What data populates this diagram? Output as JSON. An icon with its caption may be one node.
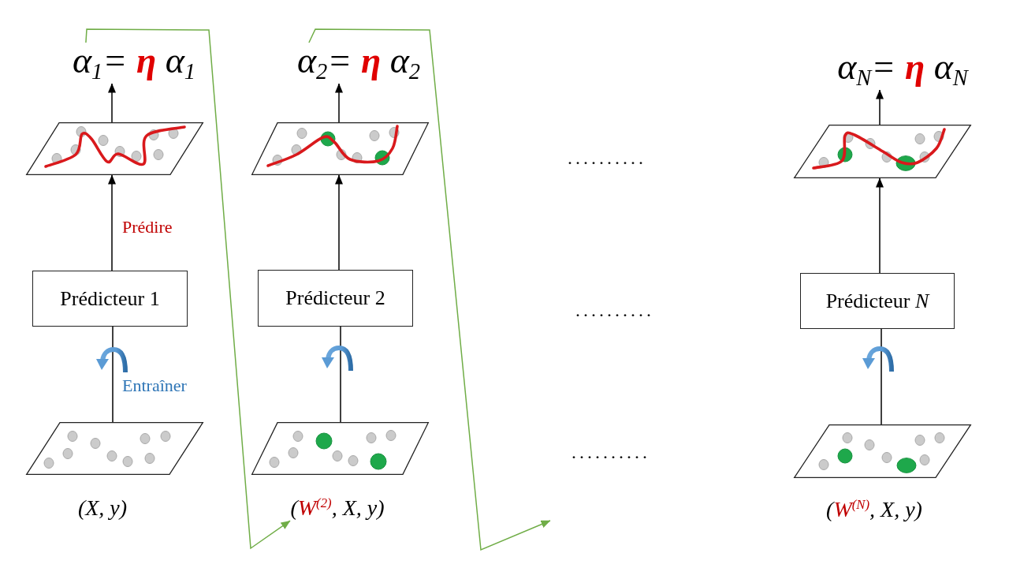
{
  "diagram": {
    "nodes": [
      {
        "text": [
          "α$_{1}$= **η** α$_{1}$"
        ]
      },
      {
        "text": [],
        "shape": "parallelogram"
      },
      {
        "text": [
          "Prédicteur 1"
        ]
      },
      {
        "text": [],
        "shape": "parallelogram",
        "beside": [
          "(X, y)"
        ]
      },
      {
        "text": [
          "α$_{2}$= **η** α$_{2}$"
        ]
      },
      {
        "text": [],
        "shape": "parallelogram"
      },
      {
        "text": [
          "Prédicteur 2"
        ]
      },
      {
        "text": [],
        "shape": "parallelogram",
        "beside": [
          "(W$^{(2)}$, X, y)"
        ]
      },
      {
        "text": [
          "α$_{N}$= **η** α$_{N}$"
        ]
      },
      {
        "text": [],
        "shape": "parallelogram"
      },
      {
        "text": [
          "Prédicteur *N*"
        ]
      },
      {
        "text": [],
        "shape": "parallelogram",
        "beside": [
          "(W$^{(N)}$, X, y)"
        ]
      }
    ],
    "edges": [
      {
        "from": 3,
        "to": 2,
        "arrow": "none",
        "label": "Entraîner"
      },
      {
        "from": 2,
        "to": 1,
        "arrow": "to",
        "label": "Prédire"
      },
      {
        "from": 1,
        "to": 0,
        "arrow": "to"
      },
      {
        "from": 0,
        "to": 7,
        "arrow": "to",
        "color": "#70ad47"
      },
      {
        "from": 7,
        "to": 6,
        "arrow": "none"
      },
      {
        "from": 6,
        "to": 5,
        "arrow": "to"
      },
      {
        "from": 5,
        "to": 4,
        "arrow": "to"
      },
      {
        "from": 4,
        "to": null,
        "arrow": "to",
        "color": "#70ad47"
      },
      {
        "from": 11,
        "to": 10,
        "arrow": "none"
      },
      {
        "from": 10,
        "to": 9,
        "arrow": "to"
      },
      {
        "from": 9,
        "to": 8,
        "arrow": "to"
      }
    ],
    "labels": [
      "..........",
      "..........",
      ".........."
    ]
  }
}
